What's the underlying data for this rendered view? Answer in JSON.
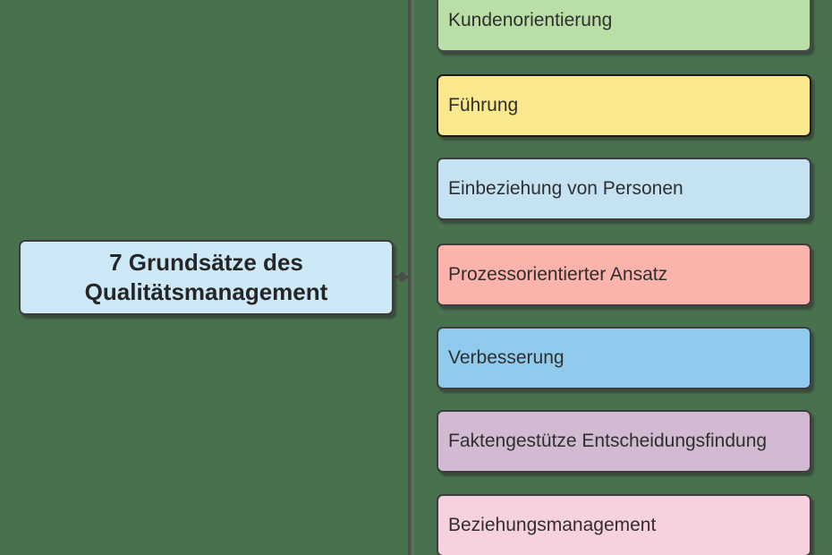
{
  "title": "7 Grundsätze des Qualitätsmanagement",
  "canvas": {
    "background_color": "#48714e",
    "connector_color": "#4c4c4c"
  },
  "center_node": {
    "label": "7 Grundsätze des\nQualitätsmanagement",
    "fill_color": "#cde9f8",
    "border_color": "#3c3c3c",
    "text_color": "#262626"
  },
  "branches": [
    {
      "label": "Kundenorientierung",
      "fill_color": "#b9dfa6",
      "border_color": "#4a4a4a"
    },
    {
      "label": "Führung",
      "fill_color": "#fae88e",
      "border_color": "#1c1c1c"
    },
    {
      "label": "Einbeziehung von Personen",
      "fill_color": "#c5e2f3",
      "border_color": "#3d3d3d"
    },
    {
      "label": "Prozessorientierter Ansatz",
      "fill_color": "#fcb3ab",
      "border_color": "#3d3d3d"
    },
    {
      "label": "Verbesserung",
      "fill_color": "#90cbee",
      "border_color": "#3d3d3d"
    },
    {
      "label": "Faktengestütze Entscheidungsfindung",
      "fill_color": "#d2bbd2",
      "border_color": "#3d3d3d"
    },
    {
      "label": "Beziehungsmanagement",
      "fill_color": "#f8d1e0",
      "border_color": "#3d3d3d"
    }
  ]
}
